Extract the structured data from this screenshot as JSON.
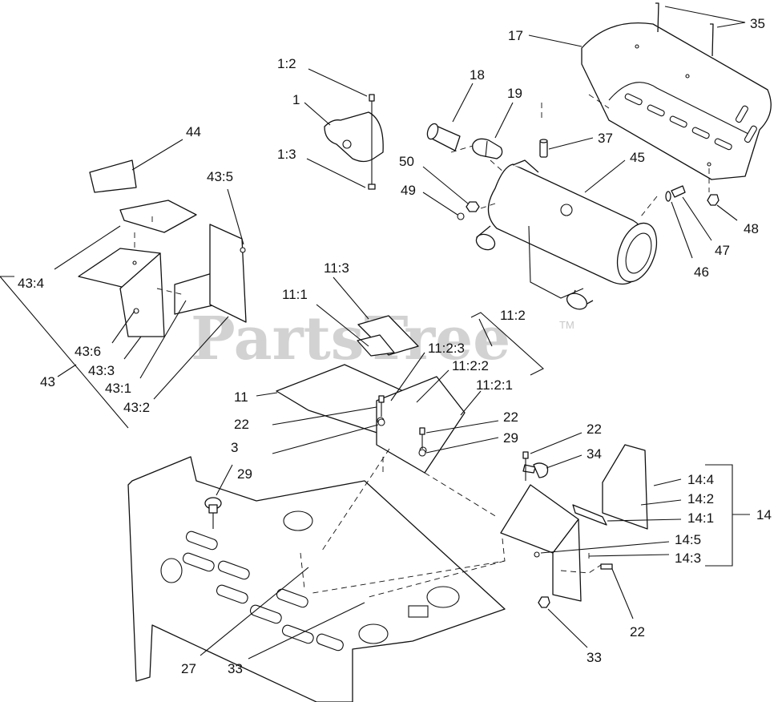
{
  "watermark": {
    "text": "PartsTree",
    "tm": "TM"
  },
  "callouts": {
    "c35": "35",
    "c17": "17",
    "c18": "18",
    "c19": "19",
    "c37": "37",
    "c45": "45",
    "c50": "50",
    "c49": "49",
    "c48": "48",
    "c47": "47",
    "c46": "46",
    "c1_2": "1:2",
    "c1": "1",
    "c1_3": "1:3",
    "c44": "44",
    "c43_5": "43:5",
    "c43_4": "43:4",
    "c43_6": "43:6",
    "c43_3": "43:3",
    "c43_1": "43:1",
    "c43_2": "43:2",
    "c43": "43",
    "c11_3": "11:3",
    "c11_1": "11:1",
    "c11_2": "11:2",
    "c11_2_3": "11:2:3",
    "c11_2_2": "11:2:2",
    "c11_2_1": "11:2:1",
    "c11": "11",
    "c22a": "22",
    "c22b": "22",
    "c29a": "29",
    "c29b": "29",
    "c22c": "22",
    "c3": "3",
    "c34": "34",
    "c14_4": "14:4",
    "c14_2": "14:2",
    "c14_1": "14:1",
    "c14": "14",
    "c14_5": "14:5",
    "c14_3": "14:3",
    "c22d": "22",
    "c33a": "33",
    "c27": "27",
    "c33b": "33"
  }
}
